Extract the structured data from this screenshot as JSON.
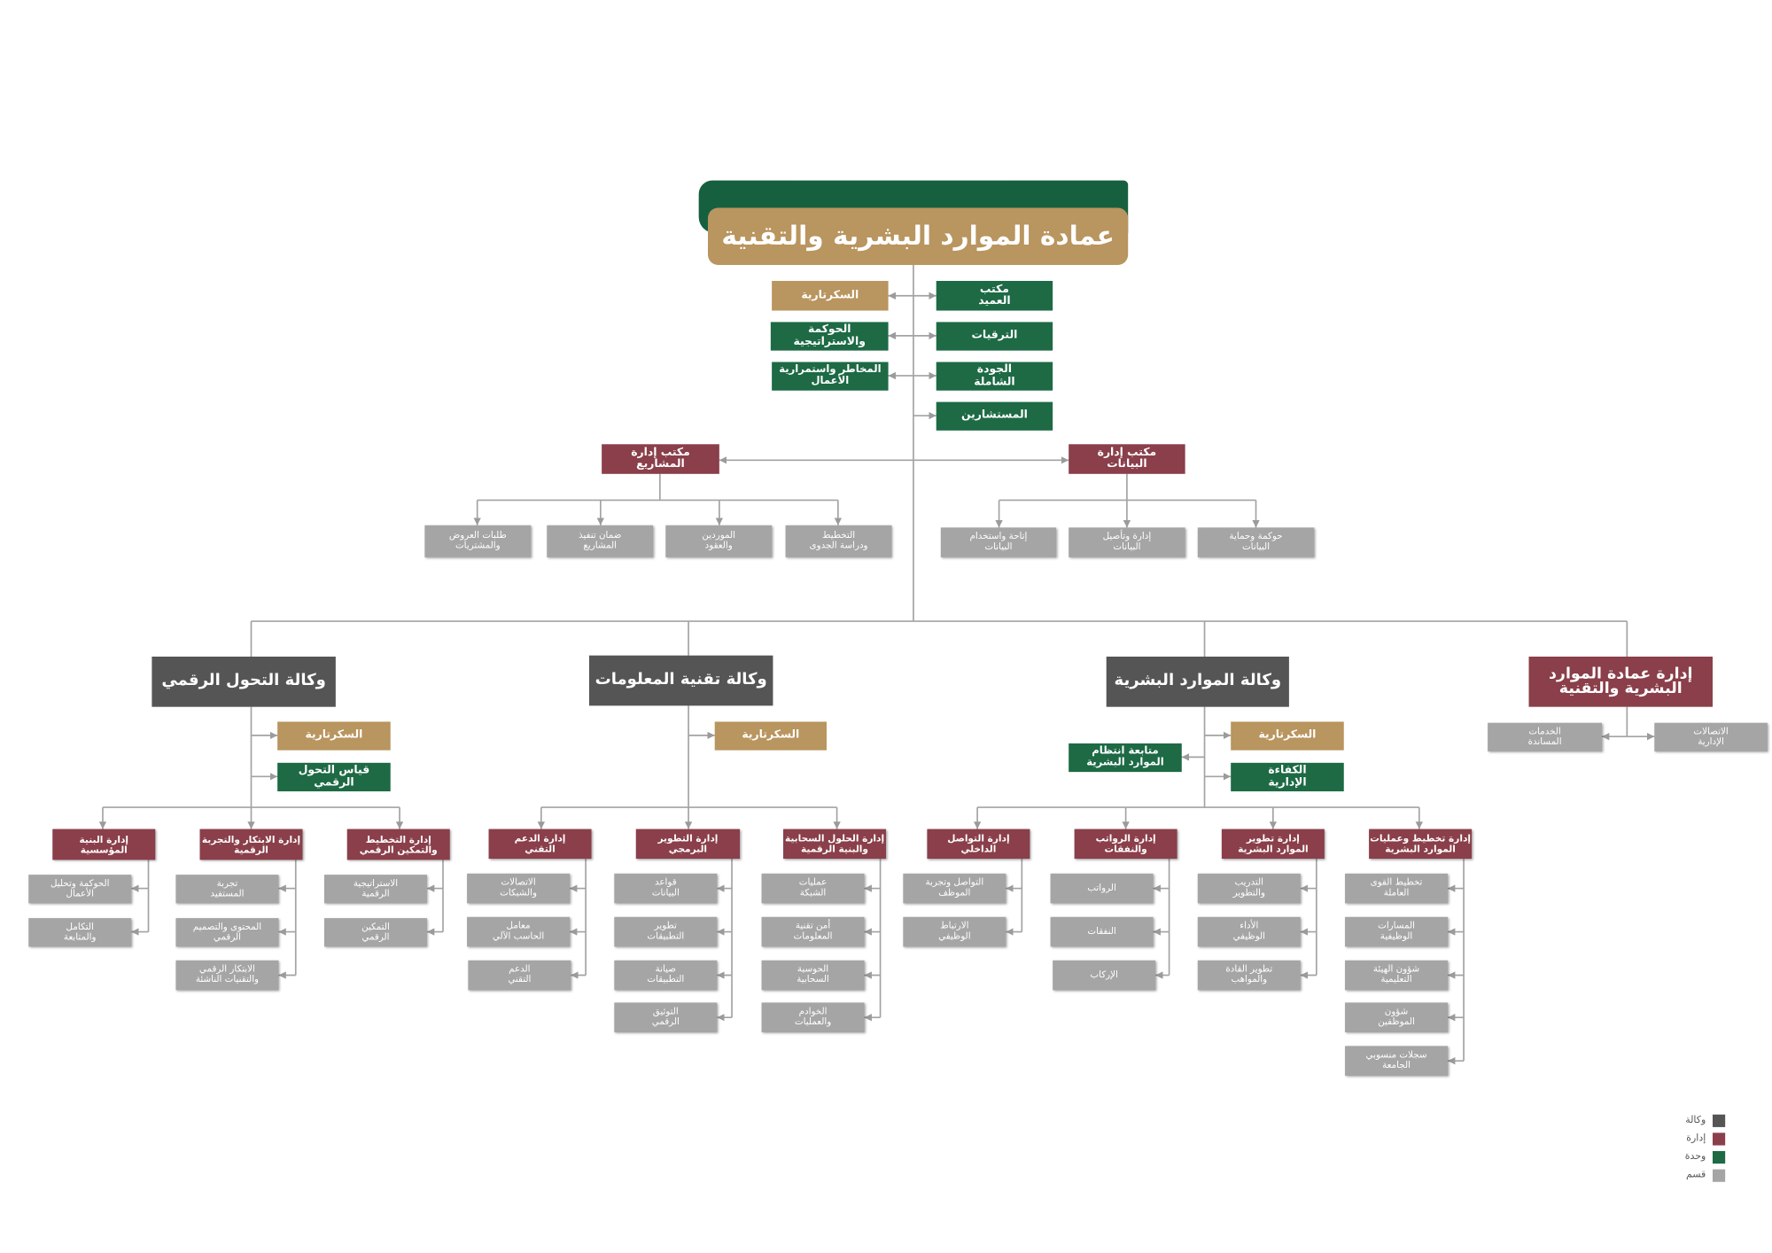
{
  "colors": {
    "agency": "#555555",
    "department": "#8a3f4a",
    "unit": "#1d6a45",
    "section": "#a5a5a5",
    "secretariat": "#b9955f",
    "title_backdrop": "#17603f",
    "connector": "#9b9b9b"
  },
  "title": "عمادة الموارد البشرية والتقنية",
  "dean_units": {
    "dean_office": "مكتب\nالعميد",
    "promotions": "الترقيات",
    "total_quality": "الجودة\nالشاملة",
    "advisors": "المستشارين",
    "secretariat": "السكرتارية",
    "governance_strategy": "الحوكمة\nوالاستراتيجية",
    "risk_continuity": "المخاطر واستمرارية\nالأعمال"
  },
  "project_office": {
    "name": "مكتب إدارة\nالمشاريع",
    "sections": [
      "التخطيط\nودراسة الجدوى",
      "الموردين\nوالعقود",
      "ضمان تنفيذ\nالمشاريع",
      "طلبات العروض\nوالمشتريات"
    ]
  },
  "data_office": {
    "name": "مكتب إدارة\nالبيانات",
    "sections": [
      "حوكمة وحماية\nالبيانات",
      "إدارة وتأصيل\nالبيانات",
      "إتاحة واستخدام\nالبيانات"
    ]
  },
  "dean_management": {
    "name": "إدارة عمادة الموارد\nالبشرية والتقنية",
    "sections": [
      "الاتصالات\nالإدارية",
      "الخدمات\nالمساندة"
    ]
  },
  "hr_agency": {
    "name": "وكالة الموارد البشرية",
    "secretariat": "السكرتارية",
    "units": [
      "الكفاءة\nالإدارية",
      "متابعة انتظام\nالموارد البشرية"
    ],
    "departments": [
      {
        "name": "إدارة تخطيط وعمليات\nالموارد البشرية",
        "sections": [
          "تخطيط القوى\nالعاملة",
          "المسارات\nالوظيفية",
          "شؤون الهيئة\nالتعليمية",
          "شؤون\nالموظفين",
          "سجلات منسوبي\nالجامعة"
        ]
      },
      {
        "name": "إدارة تطوير\nالموارد البشرية",
        "sections": [
          "التدريب\nوالتطوير",
          "الأداء\nالوظيفي",
          "تطوير القادة\nوالمواهب"
        ]
      },
      {
        "name": "إدارة الرواتب\nوالنفقات",
        "sections": [
          "الرواتب",
          "النفقات",
          "الإركاب"
        ]
      },
      {
        "name": "إدارة التواصل\nالداخلي",
        "sections": [
          "التواصل وتجربة\nالموظف",
          "الارتباط\nالوظيفي"
        ]
      }
    ]
  },
  "it_agency": {
    "name": "وكالة تقنية المعلومات",
    "secretariat": "السكرتارية",
    "departments": [
      {
        "name": "إدارة الحلول السحابية\nوالبنية الرقمية",
        "sections": [
          "عمليات\nالشبكة",
          "أمن تقنية\nالمعلومات",
          "الحوسبة\nالسحابية",
          "الخوادم\nوالعمليات"
        ]
      },
      {
        "name": "إدارة التطوير\nالبرمجي",
        "sections": [
          "قواعد\nالبيانات",
          "تطوير\nالتطبيقات",
          "صيانة\nالتطبيقات",
          "التوثيق\nالرقمي"
        ]
      },
      {
        "name": "إدارة الدعم\nالتقني",
        "sections": [
          "الاتصالات\nوالشبكات",
          "معامل\nالحاسب الآلي",
          "الدعم\nالتقني"
        ]
      }
    ]
  },
  "digital_agency": {
    "name": "وكالة التحول الرقمي",
    "secretariat": "السكرتارية",
    "units": [
      "قياس التحول\nالرقمي"
    ],
    "departments": [
      {
        "name": "إدارة التخطيط\nوالتمكين الرقمي",
        "sections": [
          "الاستراتيجية\nالرقمية",
          "التمكين\nالرقمي"
        ]
      },
      {
        "name": "إدارة الابتكار والتجربة\nالرقمية",
        "sections": [
          "تجربة\nالمستفيد",
          "المحتوى والتصميم\nالرقمي",
          "الابتكار الرقمي\nوالتقنيات الناشئة"
        ]
      },
      {
        "name": "إدارة البنية\nالمؤسسية",
        "sections": [
          "الحوكمة وتحليل\nالأعمال",
          "التكامل\nوالمتابعة"
        ]
      }
    ]
  },
  "legend": [
    {
      "label": "وكالة",
      "color": "#555555"
    },
    {
      "label": "إدارة",
      "color": "#8a3f4a"
    },
    {
      "label": "وحدة",
      "color": "#1d6a45"
    },
    {
      "label": "قسم",
      "color": "#a5a5a5"
    }
  ]
}
